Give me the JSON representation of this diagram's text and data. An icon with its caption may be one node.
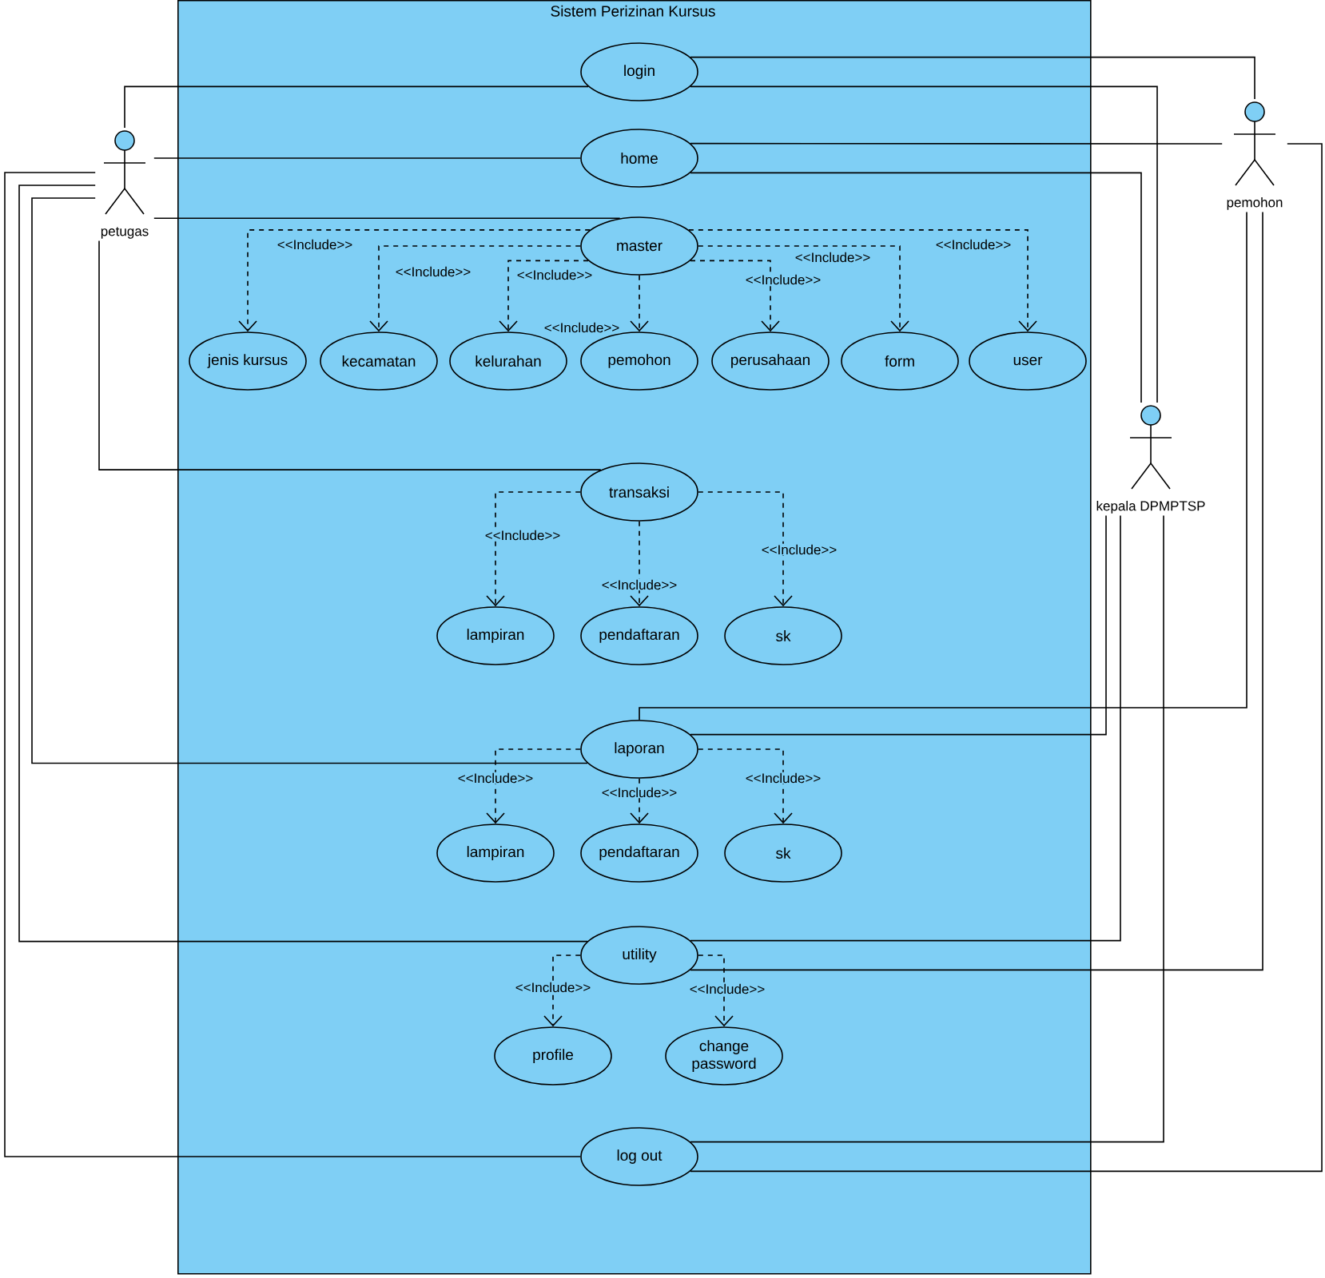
{
  "diagram": {
    "nodes": [
      {
        "text": [
          "Sistem Perizinan Kursus"
        ]
      },
      {
        "text": [
          "petugas"
        ]
      },
      {
        "text": [
          "pemohon"
        ]
      },
      {
        "text": [
          "kepala DPMPTSP"
        ]
      },
      {
        "text": [
          "login"
        ],
        "in": 0
      },
      {
        "text": [
          "home"
        ],
        "in": 0
      },
      {
        "text": [
          "master"
        ],
        "in": 0
      },
      {
        "text": [
          "jenis kursus"
        ],
        "in": 0
      },
      {
        "text": [
          "kecamatan"
        ],
        "in": 0
      },
      {
        "text": [
          "kelurahan"
        ],
        "in": 0
      },
      {
        "text": [
          "pemohon"
        ],
        "in": 0
      },
      {
        "text": [
          "perusahaan"
        ],
        "in": 0
      },
      {
        "text": [
          "form"
        ],
        "in": 0
      },
      {
        "text": [
          "user"
        ],
        "in": 0
      },
      {
        "text": [
          "transaksi"
        ],
        "in": 0
      },
      {
        "text": [
          "lampiran"
        ],
        "in": 0
      },
      {
        "text": [
          "pendaftaran"
        ],
        "in": 0
      },
      {
        "text": [
          "sk"
        ],
        "in": 0
      },
      {
        "text": [
          "laporan"
        ],
        "in": 0
      },
      {
        "text": [
          "lampiran"
        ],
        "in": 0
      },
      {
        "text": [
          "pendaftaran"
        ],
        "in": 0
      },
      {
        "text": [
          "sk"
        ],
        "in": 0
      },
      {
        "text": [
          "utility"
        ],
        "in": 0
      },
      {
        "text": [
          "profile"
        ],
        "in": 0
      },
      {
        "text": [
          "change password"
        ],
        "in": 0
      },
      {
        "text": [
          "log out"
        ],
        "in": 0
      }
    ],
    "edges": [
      {
        "from": 1,
        "to": 4,
        "arrow": "none"
      },
      {
        "from": 1,
        "to": 5,
        "arrow": "none"
      },
      {
        "from": 1,
        "to": 6,
        "arrow": "none"
      },
      {
        "from": 1,
        "to": 14,
        "arrow": "none"
      },
      {
        "from": 1,
        "to": 18,
        "arrow": "none"
      },
      {
        "from": 1,
        "to": 22,
        "arrow": "none"
      },
      {
        "from": 1,
        "to": 25,
        "arrow": "none"
      },
      {
        "from": 2,
        "to": 4,
        "arrow": "none"
      },
      {
        "from": 2,
        "to": 5,
        "arrow": "none"
      },
      {
        "from": 2,
        "to": 18,
        "arrow": "none"
      },
      {
        "from": 2,
        "to": 22,
        "arrow": "none"
      },
      {
        "from": 2,
        "to": 25,
        "arrow": "none"
      },
      {
        "from": 3,
        "to": 4,
        "arrow": "none"
      },
      {
        "from": 3,
        "to": 5,
        "arrow": "none"
      },
      {
        "from": 3,
        "to": 18,
        "arrow": "none"
      },
      {
        "from": 3,
        "to": 22,
        "arrow": "none"
      },
      {
        "from": 3,
        "to": 25,
        "arrow": "none"
      },
      {
        "from": 6,
        "to": 7,
        "arrow": "to",
        "style": "dashed",
        "label": "<<Include>>"
      },
      {
        "from": 6,
        "to": 8,
        "arrow": "to",
        "style": "dashed",
        "label": "<<Include>>"
      },
      {
        "from": 6,
        "to": 9,
        "arrow": "to",
        "style": "dashed",
        "label": "<<Include>>"
      },
      {
        "from": 6,
        "to": 10,
        "arrow": "to",
        "style": "dashed",
        "label": "<<Include>>"
      },
      {
        "from": 6,
        "to": 11,
        "arrow": "to",
        "style": "dashed",
        "label": "<<Include>>"
      },
      {
        "from": 6,
        "to": 12,
        "arrow": "to",
        "style": "dashed",
        "label": "<<Include>>"
      },
      {
        "from": 6,
        "to": 13,
        "arrow": "to",
        "style": "dashed",
        "label": "<<Include>>"
      },
      {
        "from": 14,
        "to": 15,
        "arrow": "to",
        "style": "dashed",
        "label": "<<Include>>"
      },
      {
        "from": 14,
        "to": 16,
        "arrow": "to",
        "style": "dashed",
        "label": "<<Include>>"
      },
      {
        "from": 14,
        "to": 17,
        "arrow": "to",
        "style": "dashed",
        "label": "<<Include>>"
      },
      {
        "from": 18,
        "to": 19,
        "arrow": "to",
        "style": "dashed",
        "label": "<<Include>>"
      },
      {
        "from": 18,
        "to": 20,
        "arrow": "to",
        "style": "dashed",
        "label": "<<Include>>"
      },
      {
        "from": 18,
        "to": 21,
        "arrow": "to",
        "style": "dashed",
        "label": "<<Include>>"
      },
      {
        "from": 22,
        "to": 23,
        "arrow": "to",
        "style": "dashed",
        "label": "<<Include>>"
      },
      {
        "from": 22,
        "to": 24,
        "arrow": "to",
        "style": "dashed",
        "label": "<<Include>>"
      }
    ]
  }
}
